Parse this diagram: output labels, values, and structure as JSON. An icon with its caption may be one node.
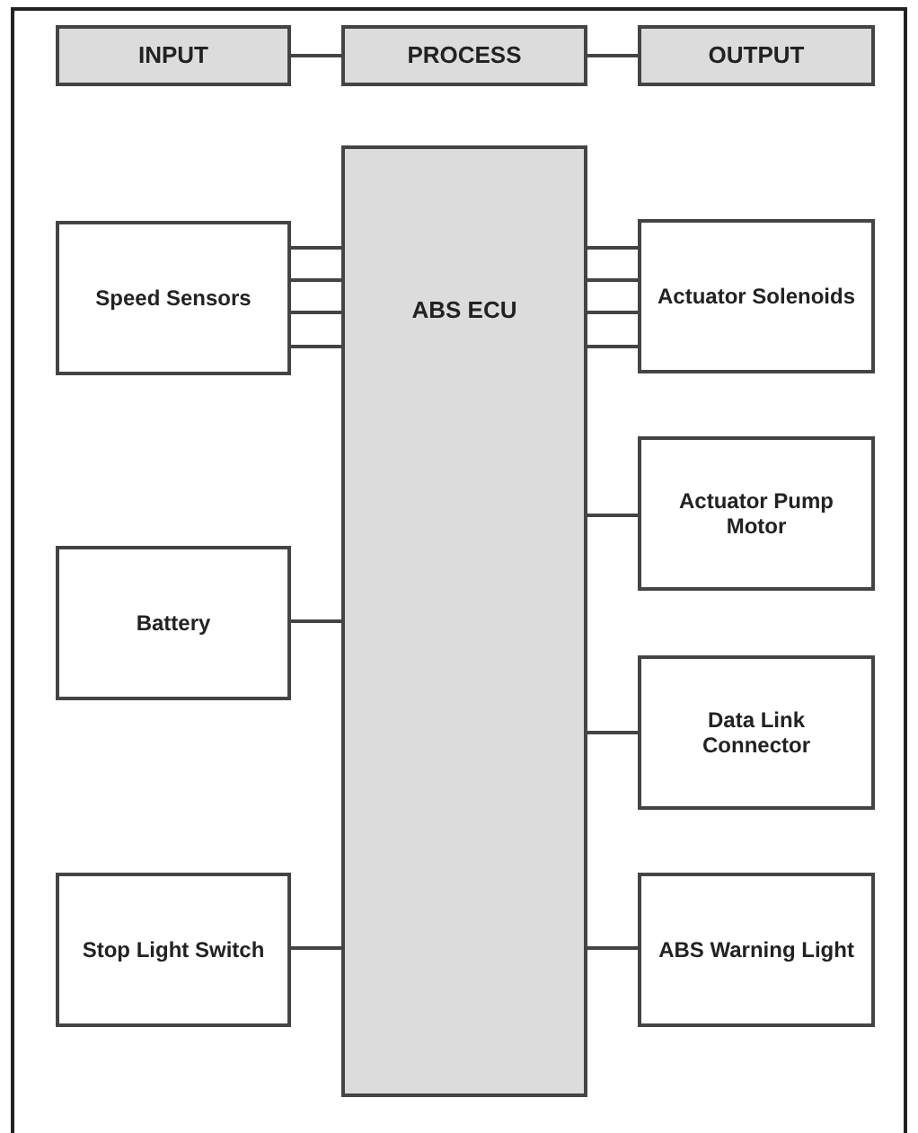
{
  "diagram": {
    "nodes": [
      {
        "text": [
          "INPUT"
        ]
      },
      {
        "text": [
          "PROCESS"
        ]
      },
      {
        "text": [
          "OUTPUT"
        ]
      },
      {
        "text": [
          "ABS ECU"
        ]
      },
      {
        "text": [
          "Speed Sensors"
        ]
      },
      {
        "text": [
          "Actuator Solenoids"
        ]
      },
      {
        "text": [
          "Actuator Pump Motor"
        ]
      },
      {
        "text": [
          "Battery"
        ]
      },
      {
        "text": [
          "Data Link Connector"
        ]
      },
      {
        "text": [
          "Stop Light Switch"
        ]
      },
      {
        "text": [
          "ABS Warning Light"
        ]
      }
    ],
    "edges": [
      {
        "from": 0,
        "to": 1,
        "arrow": "none"
      },
      {
        "from": 1,
        "to": 2,
        "arrow": "none"
      },
      {
        "from": 4,
        "to": 3,
        "arrow": "none"
      },
      {
        "from": 4,
        "to": 3,
        "arrow": "none"
      },
      {
        "from": 4,
        "to": 3,
        "arrow": "none"
      },
      {
        "from": 4,
        "to": 3,
        "arrow": "none"
      },
      {
        "from": 3,
        "to": 5,
        "arrow": "none"
      },
      {
        "from": 3,
        "to": 5,
        "arrow": "none"
      },
      {
        "from": 3,
        "to": 5,
        "arrow": "none"
      },
      {
        "from": 3,
        "to": 5,
        "arrow": "none"
      },
      {
        "from": 3,
        "to": 6,
        "arrow": "none"
      },
      {
        "from": 7,
        "to": 3,
        "arrow": "none"
      },
      {
        "from": 3,
        "to": 8,
        "arrow": "none"
      },
      {
        "from": 9,
        "to": 3,
        "arrow": "none"
      },
      {
        "from": 3,
        "to": 10,
        "arrow": "none"
      }
    ]
  }
}
